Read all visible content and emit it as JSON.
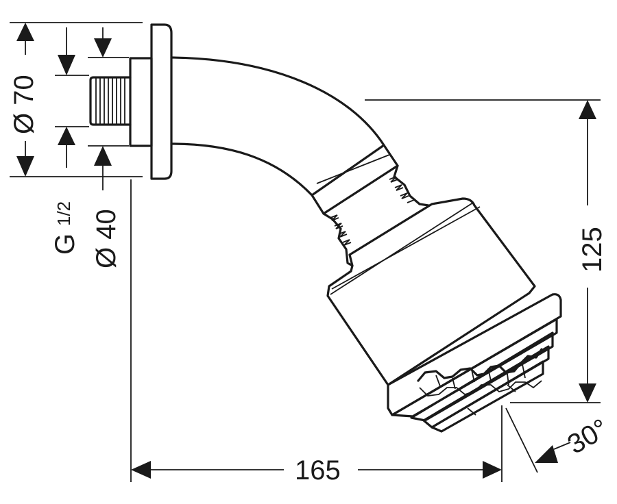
{
  "dimensions": {
    "flange_diameter": "Ø 70",
    "thread_size": "G",
    "thread_fraction": "1/2",
    "thread_diameter": "Ø 40",
    "height": "125",
    "projection": "165",
    "angle": "30°"
  }
}
